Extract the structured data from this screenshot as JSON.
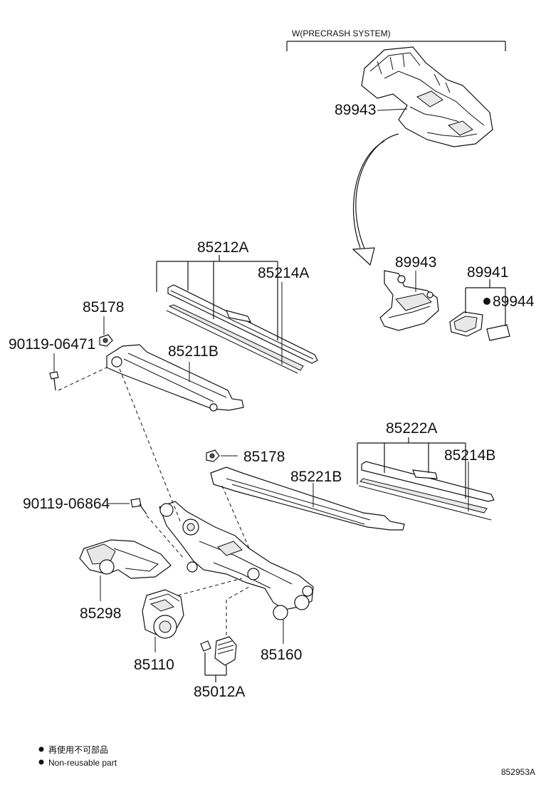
{
  "header": {
    "variant_label": "W(PRECRASH SYSTEM)"
  },
  "parts": {
    "p89943_top": "89943",
    "p89943_bottom": "89943",
    "p89941": "89941",
    "p89944": "89944",
    "p85212A": "85212A",
    "p85214A": "85214A",
    "p85178_top": "85178",
    "p90119_06471": "90119-06471",
    "p85211B": "85211B",
    "p85222A": "85222A",
    "p85214B": "85214B",
    "p85178_mid": "85178",
    "p85221B": "85221B",
    "p90119_06864": "90119-06864",
    "p85298": "85298",
    "p85110": "85110",
    "p85160": "85160",
    "p85012A": "85012A"
  },
  "legend": {
    "jp": "再使用不可部品",
    "en": "Non-reusable part"
  },
  "figure_id": "852953A"
}
